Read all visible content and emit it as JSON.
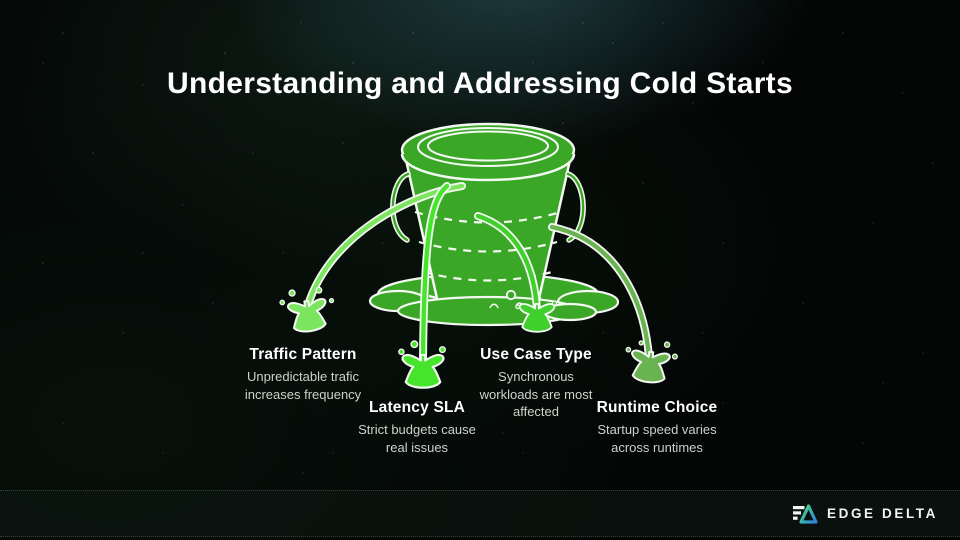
{
  "slide": {
    "title": "Understanding and Addressing Cold Starts"
  },
  "diagram": {
    "illustration_icon": "leaking-bucket-with-four-spill-streams",
    "items": [
      {
        "id": "traffic-pattern",
        "heading": "Traffic Pattern",
        "body": "Unpredictable trafic increases frequency"
      },
      {
        "id": "latency-sla",
        "heading": "Latency SLA",
        "body": "Strict budgets cause real issues"
      },
      {
        "id": "use-case-type",
        "heading": "Use Case Type",
        "body": "Synchronous workloads are most affected"
      },
      {
        "id": "runtime-choice",
        "heading": "Runtime Choice",
        "body": "Startup speed varies across runtimes"
      }
    ]
  },
  "footer": {
    "brand": "EDGE DELTA",
    "logo_icon": "edge-delta-triangle-logo"
  },
  "colors": {
    "background": "#030605",
    "glow_teal": "#264a50",
    "bucket_green": "#3aa826",
    "outline_white": "#f4f8f2",
    "stream_light_green": "#7ce55f",
    "stream_bright_green": "#47e42c",
    "stream_mid_green": "#3fd02c",
    "stream_dark_green": "#6ab353",
    "heading_text": "#ffffff",
    "body_text": "#ccd2cc",
    "logo_gradient_start": "#49e07c",
    "logo_gradient_end": "#2e7fe0"
  }
}
